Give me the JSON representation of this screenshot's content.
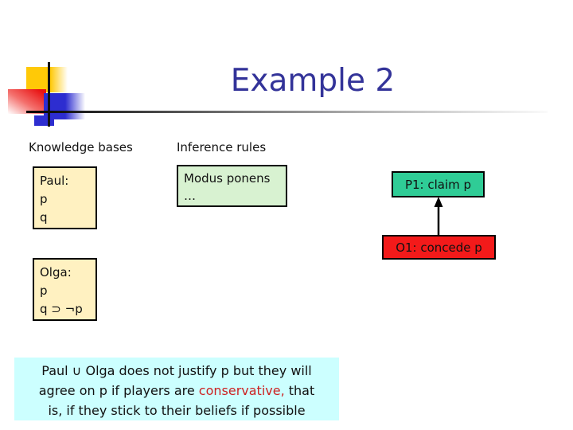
{
  "slide": {
    "title": "Example 2",
    "title_color": "#333399"
  },
  "columns": {
    "knowledge_bases_label": "Knowledge bases",
    "inference_rules_label": "Inference rules"
  },
  "boxes": {
    "paul": {
      "lines": [
        "Paul:",
        "p",
        "q"
      ],
      "bg": "#fff1c1"
    },
    "olga": {
      "lines": [
        "Olga:",
        "p",
        "q ⊃ ¬p"
      ],
      "bg": "#fff1c1"
    },
    "modus_ponens": {
      "lines": [
        "Modus ponens",
        "…"
      ],
      "bg": "#d8f2d1"
    },
    "p1": {
      "label": "P1: claim p",
      "bg": "#2fcc96"
    },
    "o1": {
      "label": "O1: concede p",
      "bg": "#f31a1a"
    }
  },
  "arrow": {
    "from": "O1: concede p",
    "to": "P1: claim p",
    "color": "#000000"
  },
  "footer": {
    "line1": "Paul ∪ Olga does not justify p but they will",
    "line2_before": "agree on p if players are ",
    "line2_highlight": "conservative,",
    "line2_after": " that",
    "line3": "is, if they stick to their beliefs if possible",
    "highlight_color": "#cc2222",
    "bg": "#ccffff"
  },
  "decoration": {
    "yellow": "#ffc907",
    "red": "#e81212",
    "blue": "#2d2dd0",
    "line": "#111111"
  }
}
